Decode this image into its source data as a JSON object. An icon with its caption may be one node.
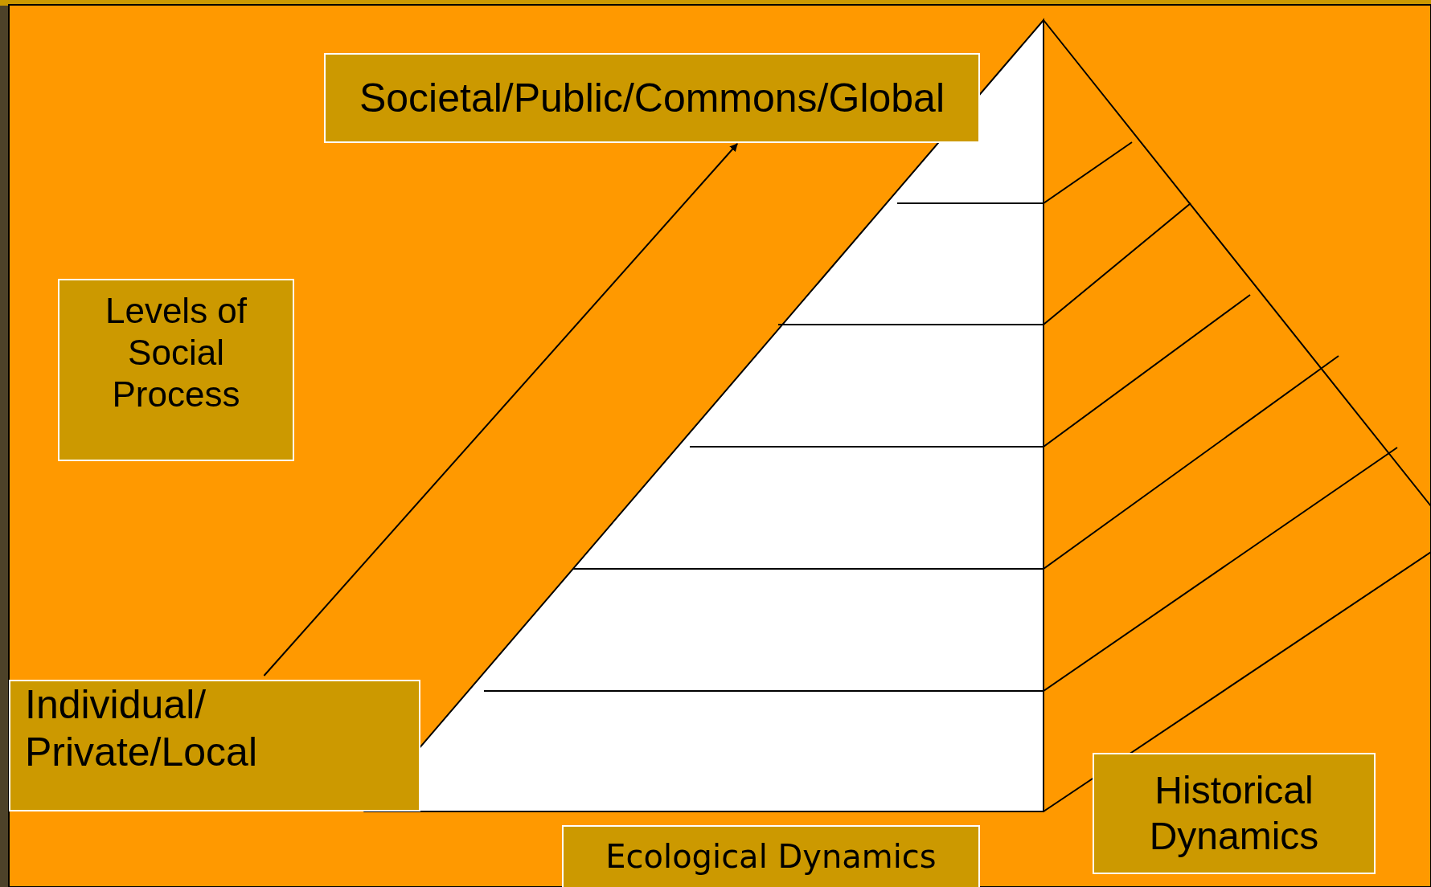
{
  "diagram": {
    "nodes": [
      {
        "text": [
          "Societal/Public/Commons/Global"
        ]
      },
      {
        "text": [
          "Levels of Social Process"
        ]
      },
      {
        "text": [
          "Individual/ Private/Local"
        ]
      },
      {
        "text": [
          "Ecological Dynamics"
        ]
      },
      {
        "text": [
          "Historical Dynamics"
        ]
      }
    ],
    "edges": [
      {
        "from": 2,
        "to": 0,
        "arrow": "to"
      }
    ]
  }
}
